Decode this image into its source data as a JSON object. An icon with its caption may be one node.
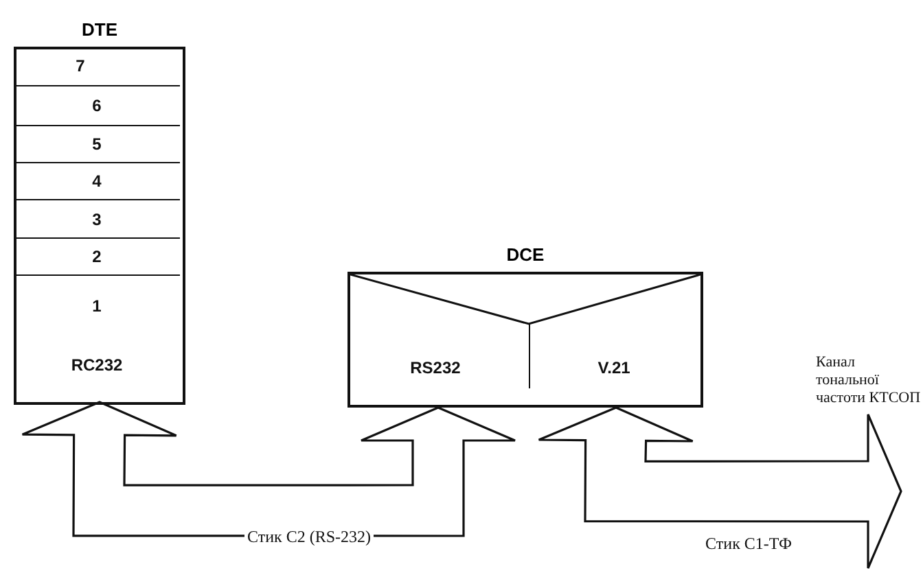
{
  "diagram": {
    "nodes": [
      {
        "text": [
          "DTE"
        ]
      },
      {
        "text": [
          "7"
        ],
        "in": 0
      },
      {
        "text": [
          "6"
        ],
        "in": 0
      },
      {
        "text": [
          "5"
        ],
        "in": 0
      },
      {
        "text": [
          "4"
        ],
        "in": 0
      },
      {
        "text": [
          "3"
        ],
        "in": 0
      },
      {
        "text": [
          "2"
        ],
        "in": 0
      },
      {
        "text": [
          "1",
          "RC232"
        ],
        "in": 0
      },
      {
        "text": [
          "DCE"
        ]
      },
      {
        "text": [
          "RS232"
        ],
        "in": 8
      },
      {
        "text": [
          "V.21"
        ],
        "in": 8
      }
    ],
    "edges": [
      {
        "from": 7,
        "to": 9,
        "arrow": "both",
        "label": "Стик C2 (RS-232)"
      },
      {
        "from": 10,
        "to": null,
        "arrow": "both",
        "label": "Стик C1-ТФ"
      }
    ],
    "labels": [
      "Канал тональної частоти КТСОП"
    ]
  }
}
